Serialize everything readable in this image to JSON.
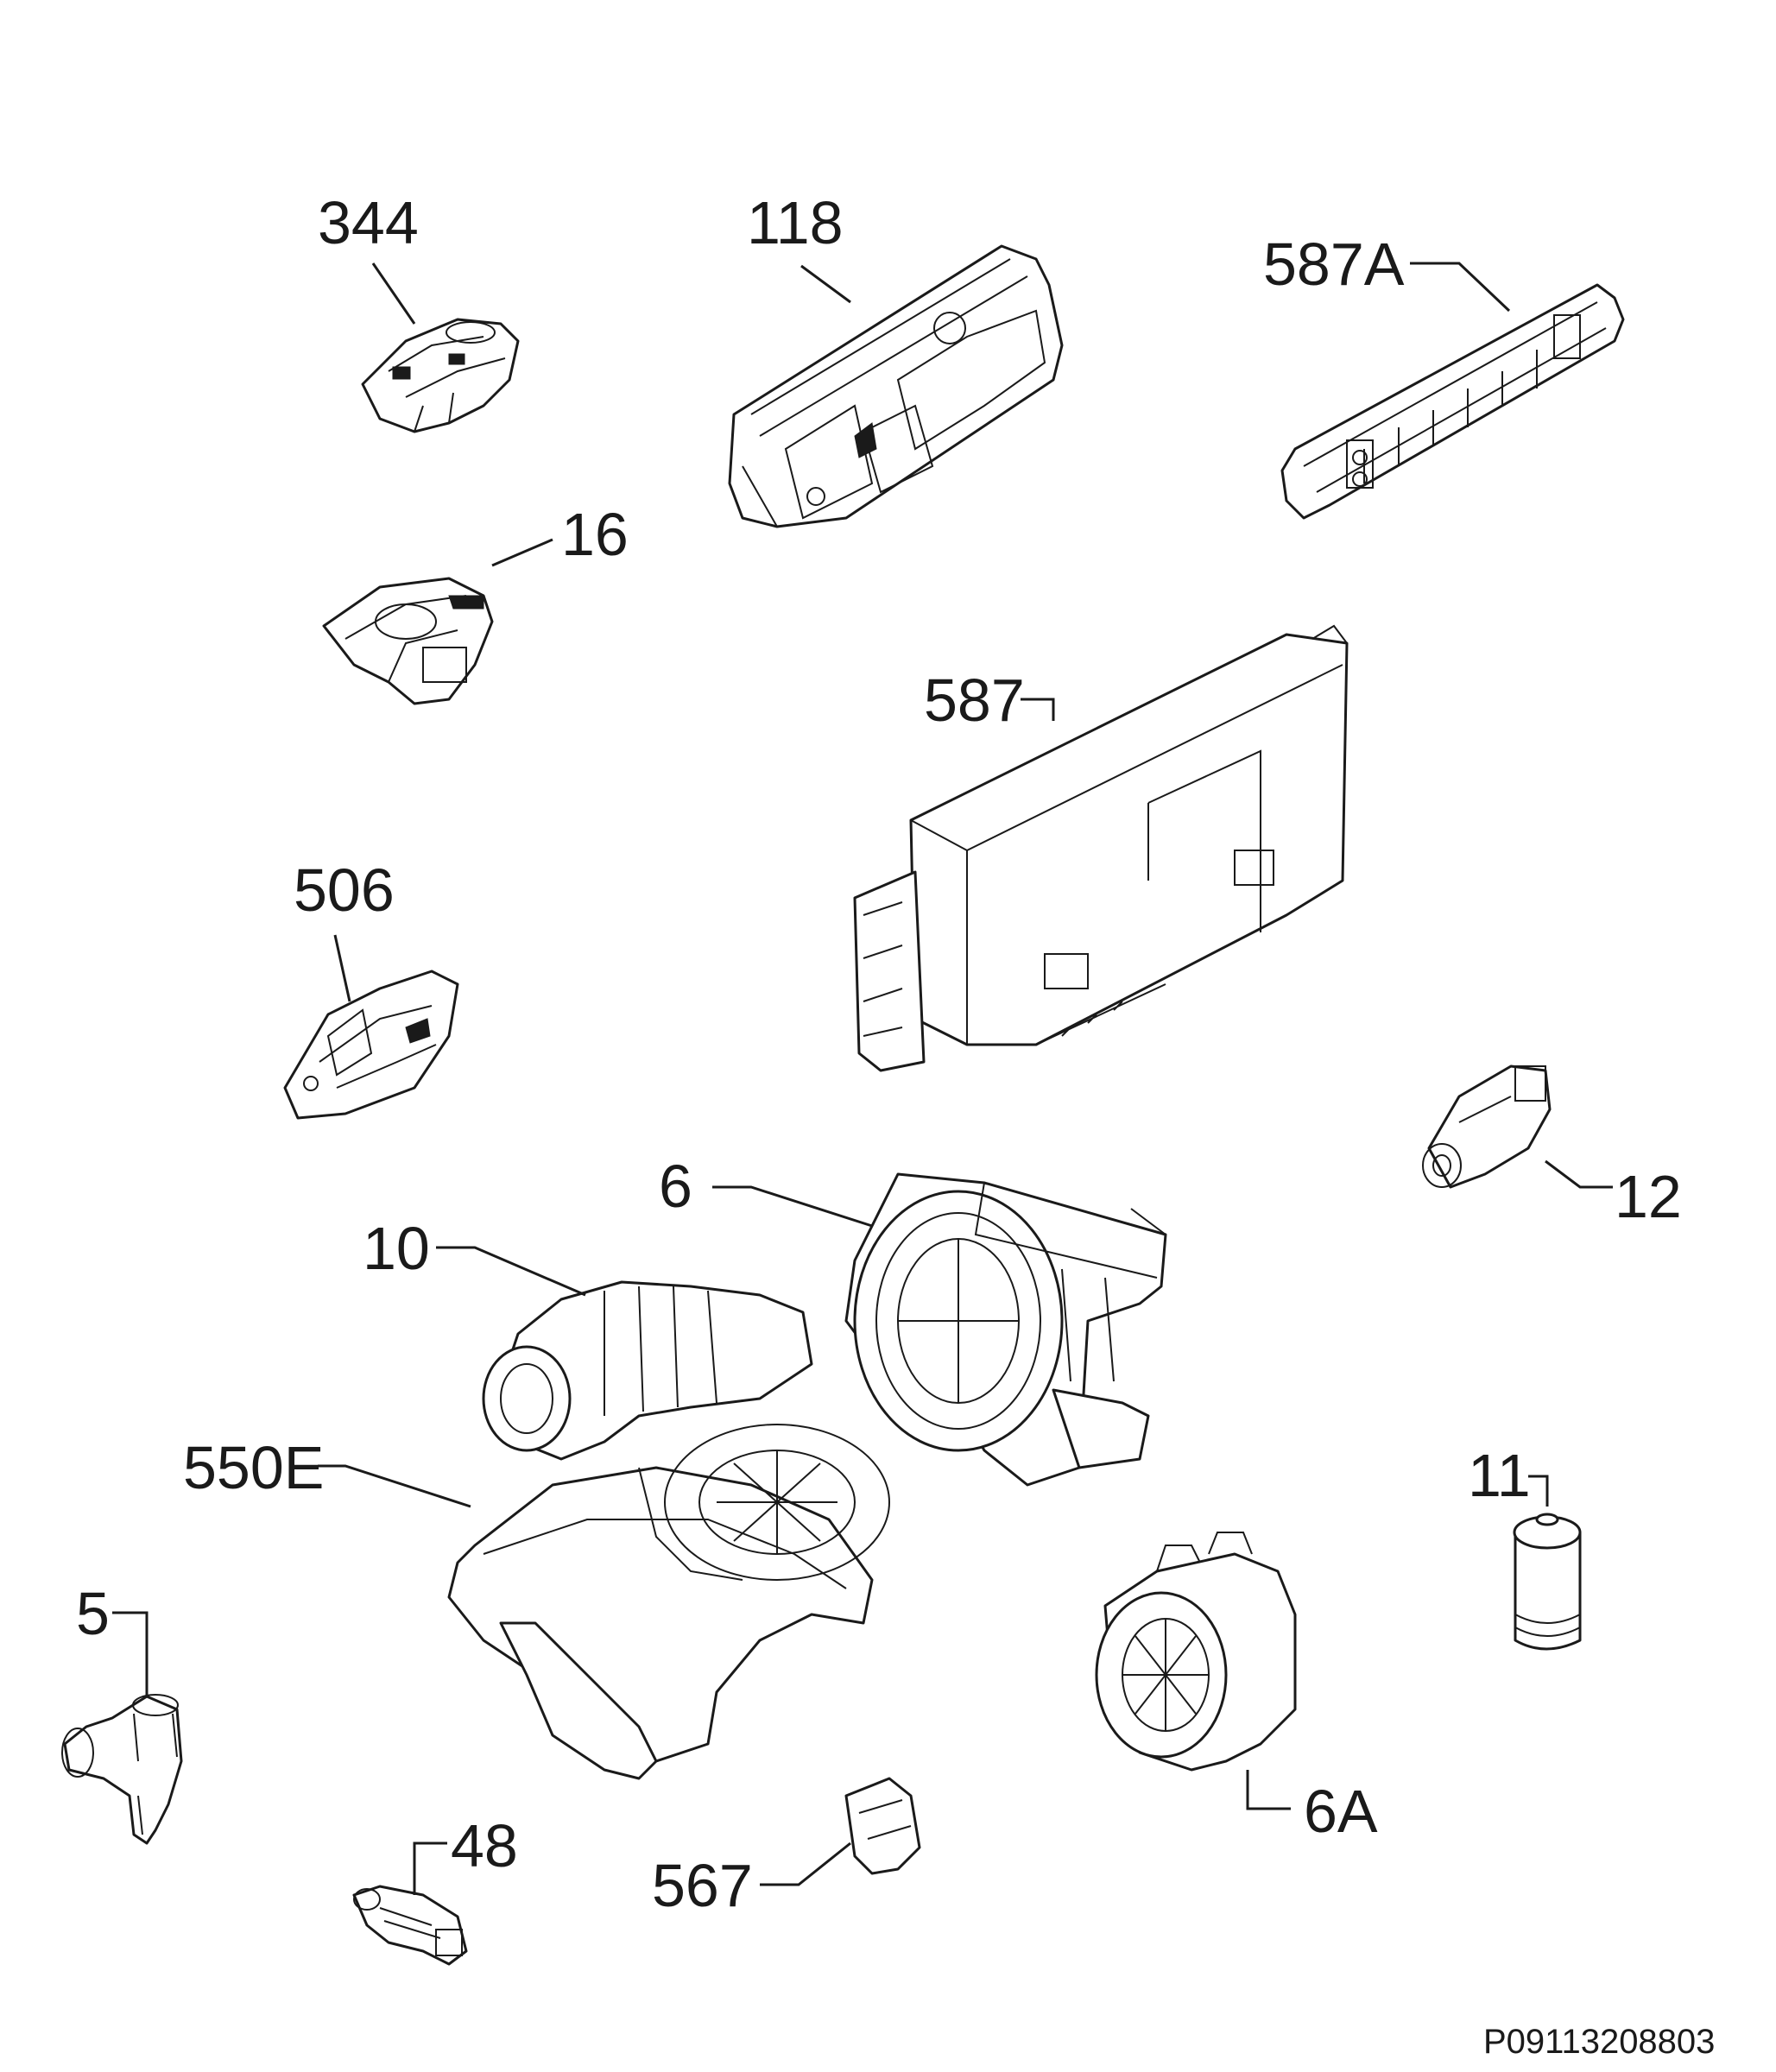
{
  "diagram": {
    "labels": [
      {
        "id": "344",
        "text": "344"
      },
      {
        "id": "118",
        "text": "118"
      },
      {
        "id": "587A",
        "text": "587A"
      },
      {
        "id": "16",
        "text": "16"
      },
      {
        "id": "587",
        "text": "587"
      },
      {
        "id": "506",
        "text": "506"
      },
      {
        "id": "6",
        "text": "6"
      },
      {
        "id": "12",
        "text": "12"
      },
      {
        "id": "10",
        "text": "10"
      },
      {
        "id": "550E",
        "text": "550E"
      },
      {
        "id": "11",
        "text": "11"
      },
      {
        "id": "5",
        "text": "5"
      },
      {
        "id": "6A",
        "text": "6A"
      },
      {
        "id": "48",
        "text": "48"
      },
      {
        "id": "567",
        "text": "567"
      }
    ],
    "reference_code": "P09113208803"
  }
}
